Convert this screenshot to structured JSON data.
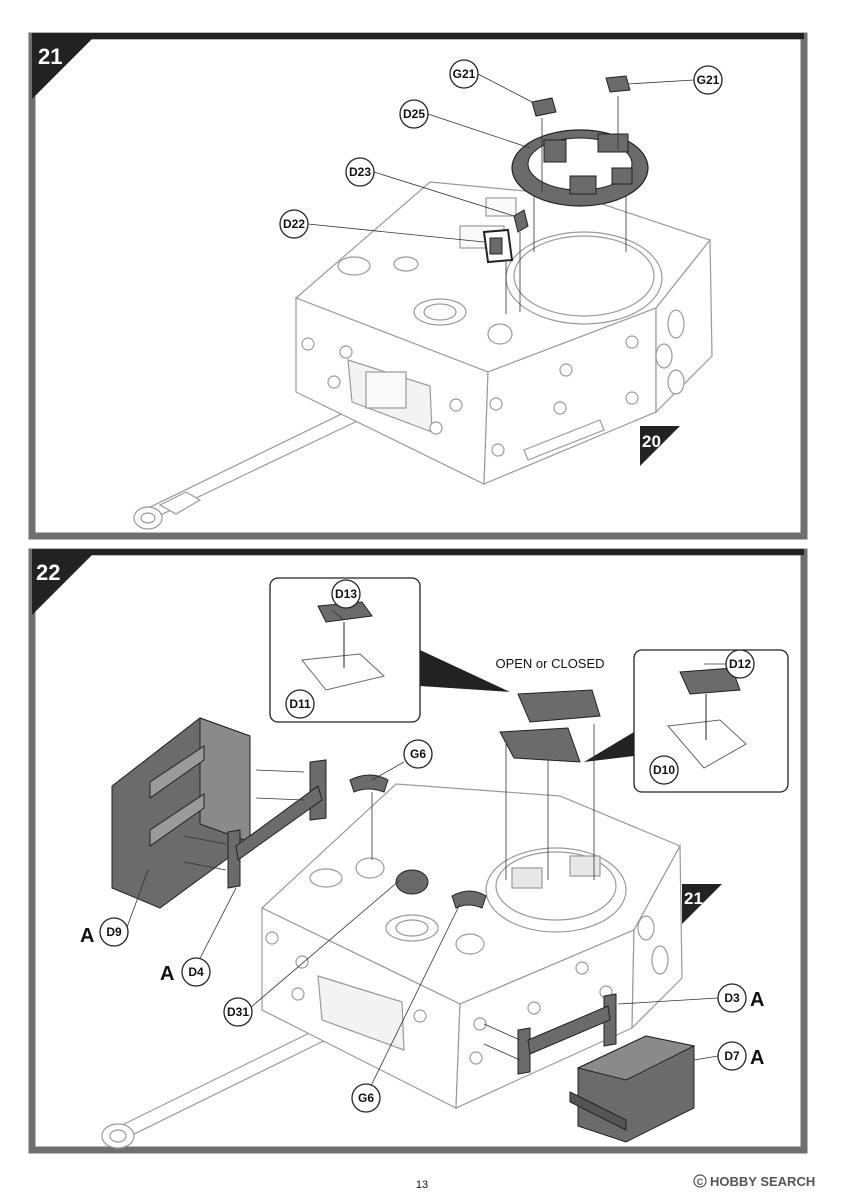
{
  "page": {
    "number": "13",
    "watermark": "HOBBY SEARCH",
    "watermark_icon": "copyright-circle-icon"
  },
  "steps": [
    {
      "number": "21",
      "reference_step": "20",
      "parts": {
        "g21_left": "G21",
        "g21_right": "G21",
        "d25": "D25",
        "d23": "D23",
        "d22": "D22"
      }
    },
    {
      "number": "22",
      "reference_step": "21",
      "note": "OPEN or CLOSED",
      "parts": {
        "d13": "D13",
        "d11": "D11",
        "d12": "D12",
        "d10": "D10",
        "g6_top": "G6",
        "g6_bottom": "G6",
        "d9": "D9",
        "d4": "D4",
        "d31": "D31",
        "d3": "D3",
        "d7": "D7"
      },
      "variant_marks": {
        "d9": "A",
        "d4": "A",
        "d3": "A",
        "d7": "A"
      }
    }
  ],
  "colors": {
    "frame": "#6f6f6f",
    "header_bar": "#222222",
    "part_fill": "#6b6b6b",
    "outline": "#9a9a9a"
  }
}
